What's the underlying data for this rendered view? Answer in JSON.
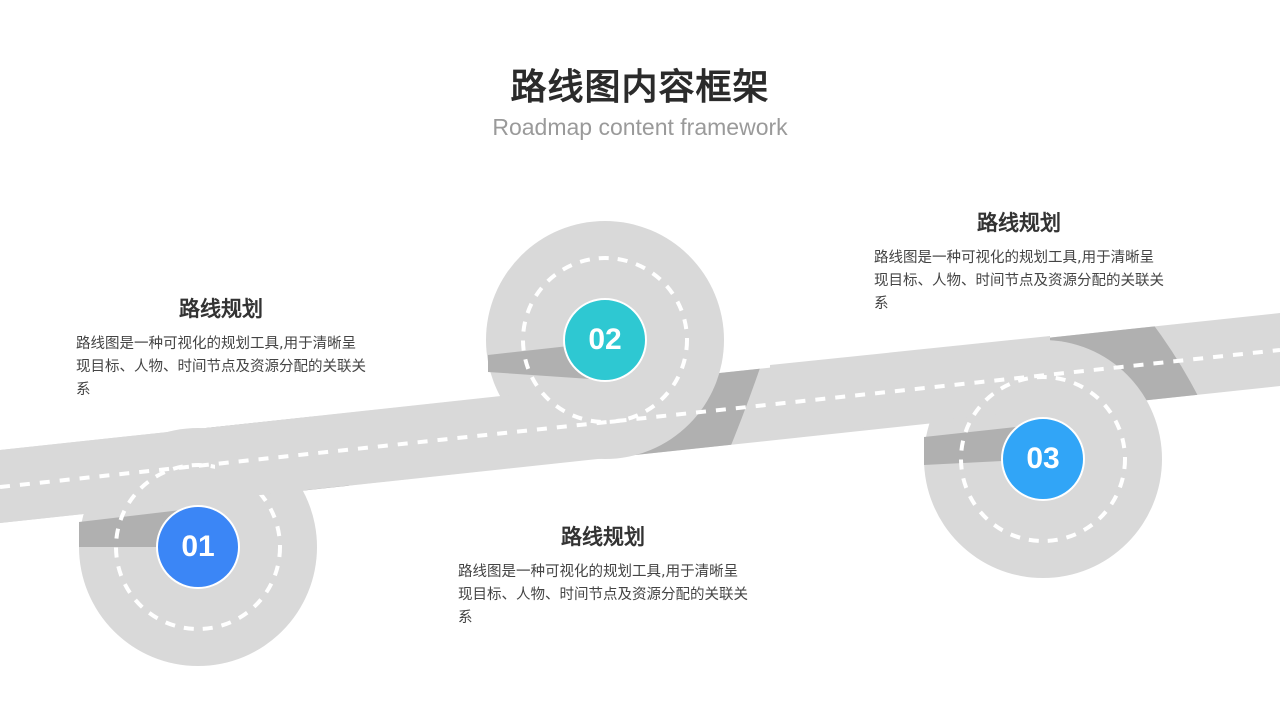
{
  "header": {
    "title": "路线图内容框架",
    "subtitle": "Roadmap content framework"
  },
  "colors": {
    "road_light": "#d9d9d9",
    "road_dark": "#b0b0b0",
    "lane_marking": "#ffffff",
    "step1": "#3b86f6",
    "step2": "#2ec8d2",
    "step3": "#31a5f7"
  },
  "steps": [
    {
      "number": "01",
      "heading": "路线规划",
      "description": "路线图是一种可视化的规划工具,用于清晰呈现目标、人物、时间节点及资源分配的关联关系"
    },
    {
      "number": "02",
      "heading": "路线规划",
      "description": "路线图是一种可视化的规划工具,用于清晰呈现目标、人物、时间节点及资源分配的关联关系"
    },
    {
      "number": "03",
      "heading": "路线规划",
      "description": "路线图是一种可视化的规划工具,用于清晰呈现目标、人物、时间节点及资源分配的关联关系"
    }
  ]
}
